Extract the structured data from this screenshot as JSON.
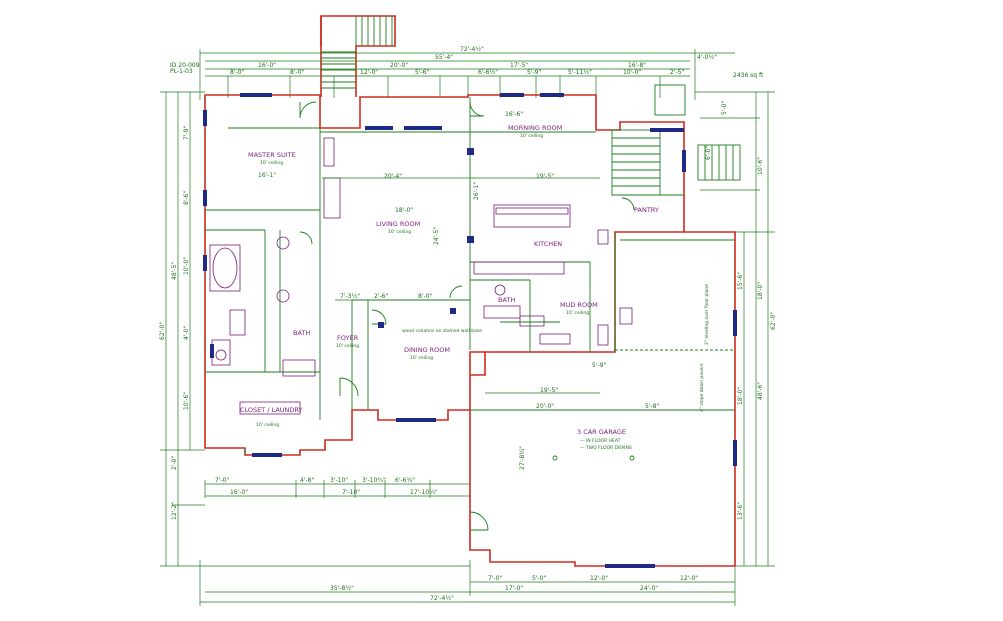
{
  "header": {
    "code1": "ID 20-009",
    "code2": "PL-1-03",
    "area": "2436 sq ft"
  },
  "rooms": {
    "master": {
      "label": "MASTER SUITE",
      "sub": "10' ceiling"
    },
    "morning": {
      "label": "MORNING ROOM",
      "sub": "10' ceiling"
    },
    "living": {
      "label": "LIVING ROOM",
      "sub": "10' ceiling"
    },
    "kitchen": {
      "label": "KITCHEN"
    },
    "pantry": {
      "label": "PANTRY"
    },
    "mud": {
      "label": "MUD ROOM",
      "sub": "10' ceiling"
    },
    "bath1": {
      "label": "BATH"
    },
    "bath2": {
      "label": "BATH"
    },
    "foyer": {
      "label": "FOYER",
      "sub": "10' ceiling"
    },
    "dining": {
      "label": "DINING ROOM",
      "sub": "10' ceiling"
    },
    "closet": {
      "label": "CLOSET / LAUNDRY",
      "sub": "10' ceiling"
    },
    "garage": {
      "label": "3 CAR GARAGE",
      "sub1": "— IN FLOOR HEAT",
      "sub2": "— TWO FLOOR DRAINS"
    }
  },
  "notes": {
    "dining": "wood columns on stained wall base",
    "garage_right": "2\" leveling over floor plane",
    "garage_left": "4\" slope down pavers"
  },
  "dims": {
    "top_overall": "72'-4½\"",
    "top_overall_right": "4'-0½\"",
    "top_row2": "55'-4\"",
    "top_row3": [
      "16'-0\"",
      "20'-0\"",
      "17'-5\"",
      "16'-8\""
    ],
    "top_row4": [
      "8'-0\"",
      "8'-0\"",
      "12'-0\"",
      "5'-6\"",
      "6'-6½\"",
      "5'-9\"",
      "5'-11½\"",
      "10'-0\"",
      "2'-5\""
    ],
    "morning_w": "16'-6\"",
    "master_w": "16'-1\"",
    "living_w": "20'-4\"",
    "kitchen_w": "19'-5\"",
    "living_mid": "18'-0\"",
    "kitchen_d": "26'-1\"",
    "living_d": "24'-5\"",
    "mid_row": [
      "7'-3½\"",
      "2'-6\"",
      "8'-0\""
    ],
    "garage_w": "20'-0\"",
    "garage_sub": [
      "19'-5\"",
      "5'-9\"",
      "5'-8\""
    ],
    "garage_d": "27'-8¼\"",
    "bottom_row1": [
      "7'-0\"",
      "4'-8\"",
      "3'-10\"",
      "3'-10¾\"",
      "6'-6¾\""
    ],
    "bottom_row2": [
      "16'-0\"",
      "7'-10\"",
      "17'-10¼\""
    ],
    "bottom_garage": [
      "7'-0\"",
      "5'-0\"",
      "12'-0\"",
      "12'-0\""
    ],
    "bottom_garage_total": [
      "17'-0\"",
      "24'-0\""
    ],
    "bottom_left": "35'-8½\"",
    "bottom_total": "72'-4½\"",
    "left_stack": [
      "7'-9\"",
      "8'-6\"",
      "10'-0\"",
      "4'-0\"",
      "10'-6\"",
      "12'-2\"",
      "2'-0\""
    ],
    "left_total1": "48'-5\"",
    "left_total2": "62'-0\"",
    "right_stack": [
      "5'-0\"",
      "6'-0\"",
      "10'-6\"",
      "15'-6\"",
      "18'-0\"",
      "18'-0\"",
      "13'-6\""
    ],
    "right_total1": "48'-6\"",
    "right_total2": "62'-0\""
  }
}
